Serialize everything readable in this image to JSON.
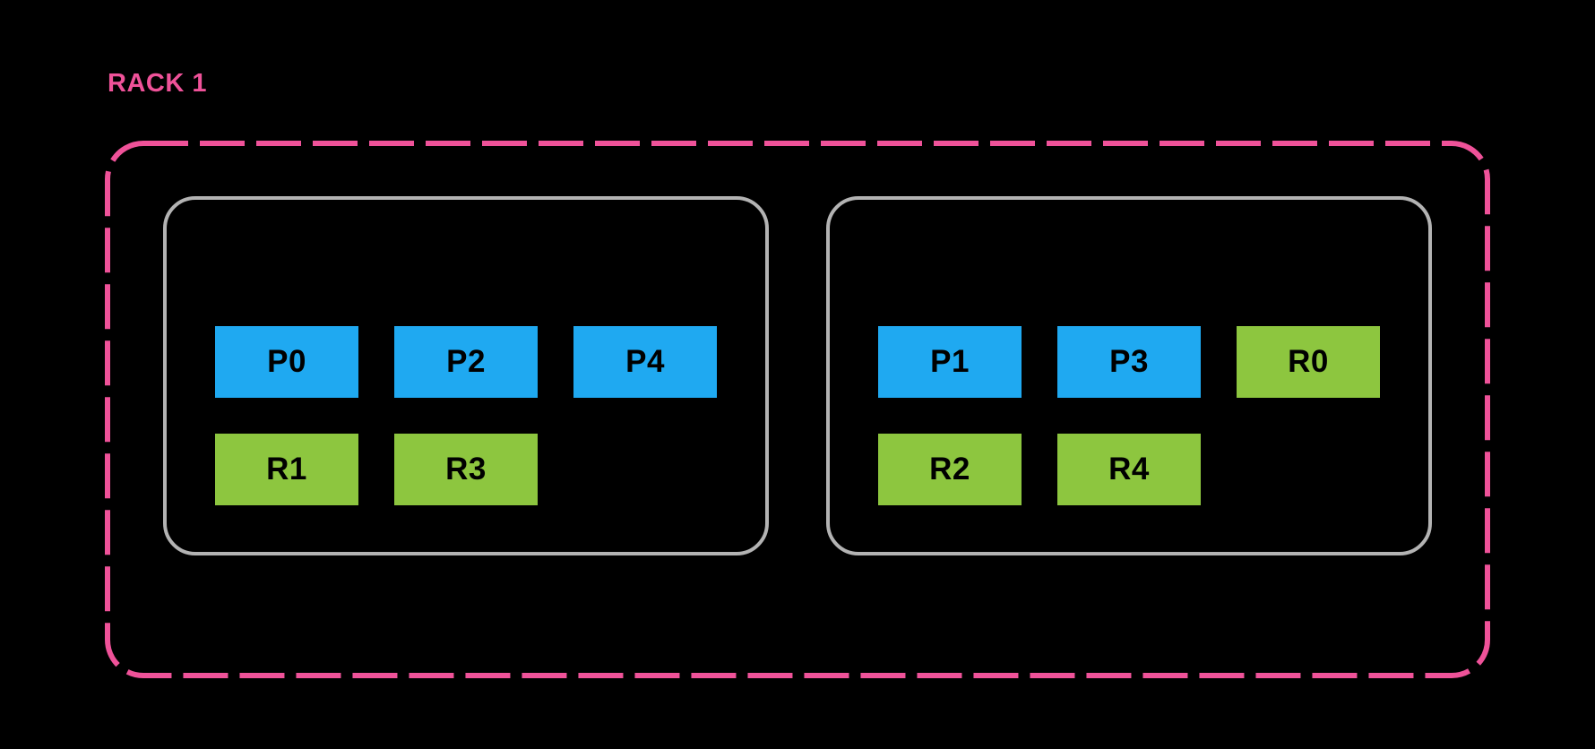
{
  "colors": {
    "background": "#000000",
    "accent_pink": "#EF5299",
    "primary_blue": "#1FA9F1",
    "replica_green": "#8DC63F",
    "node_border_gray": "#B3B3B3",
    "shard_label_black": "#000000"
  },
  "rack": {
    "title": "RACK 1",
    "nodes": [
      {
        "rows": [
          [
            {
              "label": "P0",
              "kind": "primary"
            },
            {
              "label": "P2",
              "kind": "primary"
            },
            {
              "label": "P4",
              "kind": "primary"
            }
          ],
          [
            {
              "label": "R1",
              "kind": "replica"
            },
            {
              "label": "R3",
              "kind": "replica"
            }
          ]
        ]
      },
      {
        "rows": [
          [
            {
              "label": "P1",
              "kind": "primary"
            },
            {
              "label": "P3",
              "kind": "primary"
            },
            {
              "label": "R0",
              "kind": "replica"
            }
          ],
          [
            {
              "label": "R2",
              "kind": "replica"
            },
            {
              "label": "R4",
              "kind": "replica"
            }
          ]
        ]
      }
    ]
  }
}
